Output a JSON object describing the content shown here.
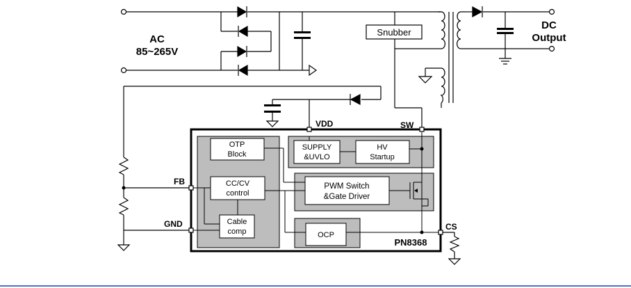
{
  "input": {
    "line1": "AC",
    "line2": "85~265V"
  },
  "output": {
    "line1": "DC",
    "line2": "Output"
  },
  "snubber": "Snubber",
  "pins": {
    "vdd": "VDD",
    "sw": "SW",
    "fb": "FB",
    "gnd": "GND",
    "cs": "CS"
  },
  "blocks": {
    "otp": {
      "line1": "OTP",
      "line2": "Block"
    },
    "supply": {
      "line1": "SUPPLY",
      "line2": "&UVLO"
    },
    "hv": {
      "line1": "HV",
      "line2": "Startup"
    },
    "pwm": {
      "line1": "PWM Switch",
      "line2": "&Gate Driver"
    },
    "cccv": {
      "line1": "CC/CV",
      "line2": "control"
    },
    "cable": {
      "line1": "Cable",
      "line2": "comp"
    },
    "ocp": "OCP"
  },
  "chip_name": "PN8368",
  "colors": {
    "block_fill": "#bdbdbd",
    "wire": "#000000",
    "footer_line": "#1a3fc0"
  }
}
